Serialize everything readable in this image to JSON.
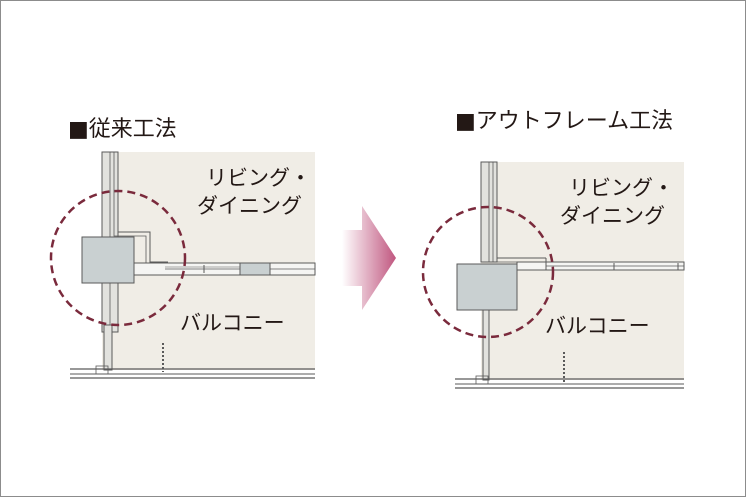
{
  "left_panel": {
    "title": "■従来工法",
    "room_living": [
      "リビング・",
      "ダイニング"
    ],
    "room_balcony": "バルコニー"
  },
  "right_panel": {
    "title": "■アウトフレーム工法",
    "room_living": [
      "リビング・",
      "ダイニング"
    ],
    "room_balcony": "バルコニー"
  },
  "colors": {
    "room_fill": "#f0ede6",
    "column_fill": "#c9d0d1",
    "wall_line": "#5a5a5a",
    "circle": "#7a2a3c",
    "arrow": "#c0567f",
    "frame": "#8c8c8c"
  }
}
